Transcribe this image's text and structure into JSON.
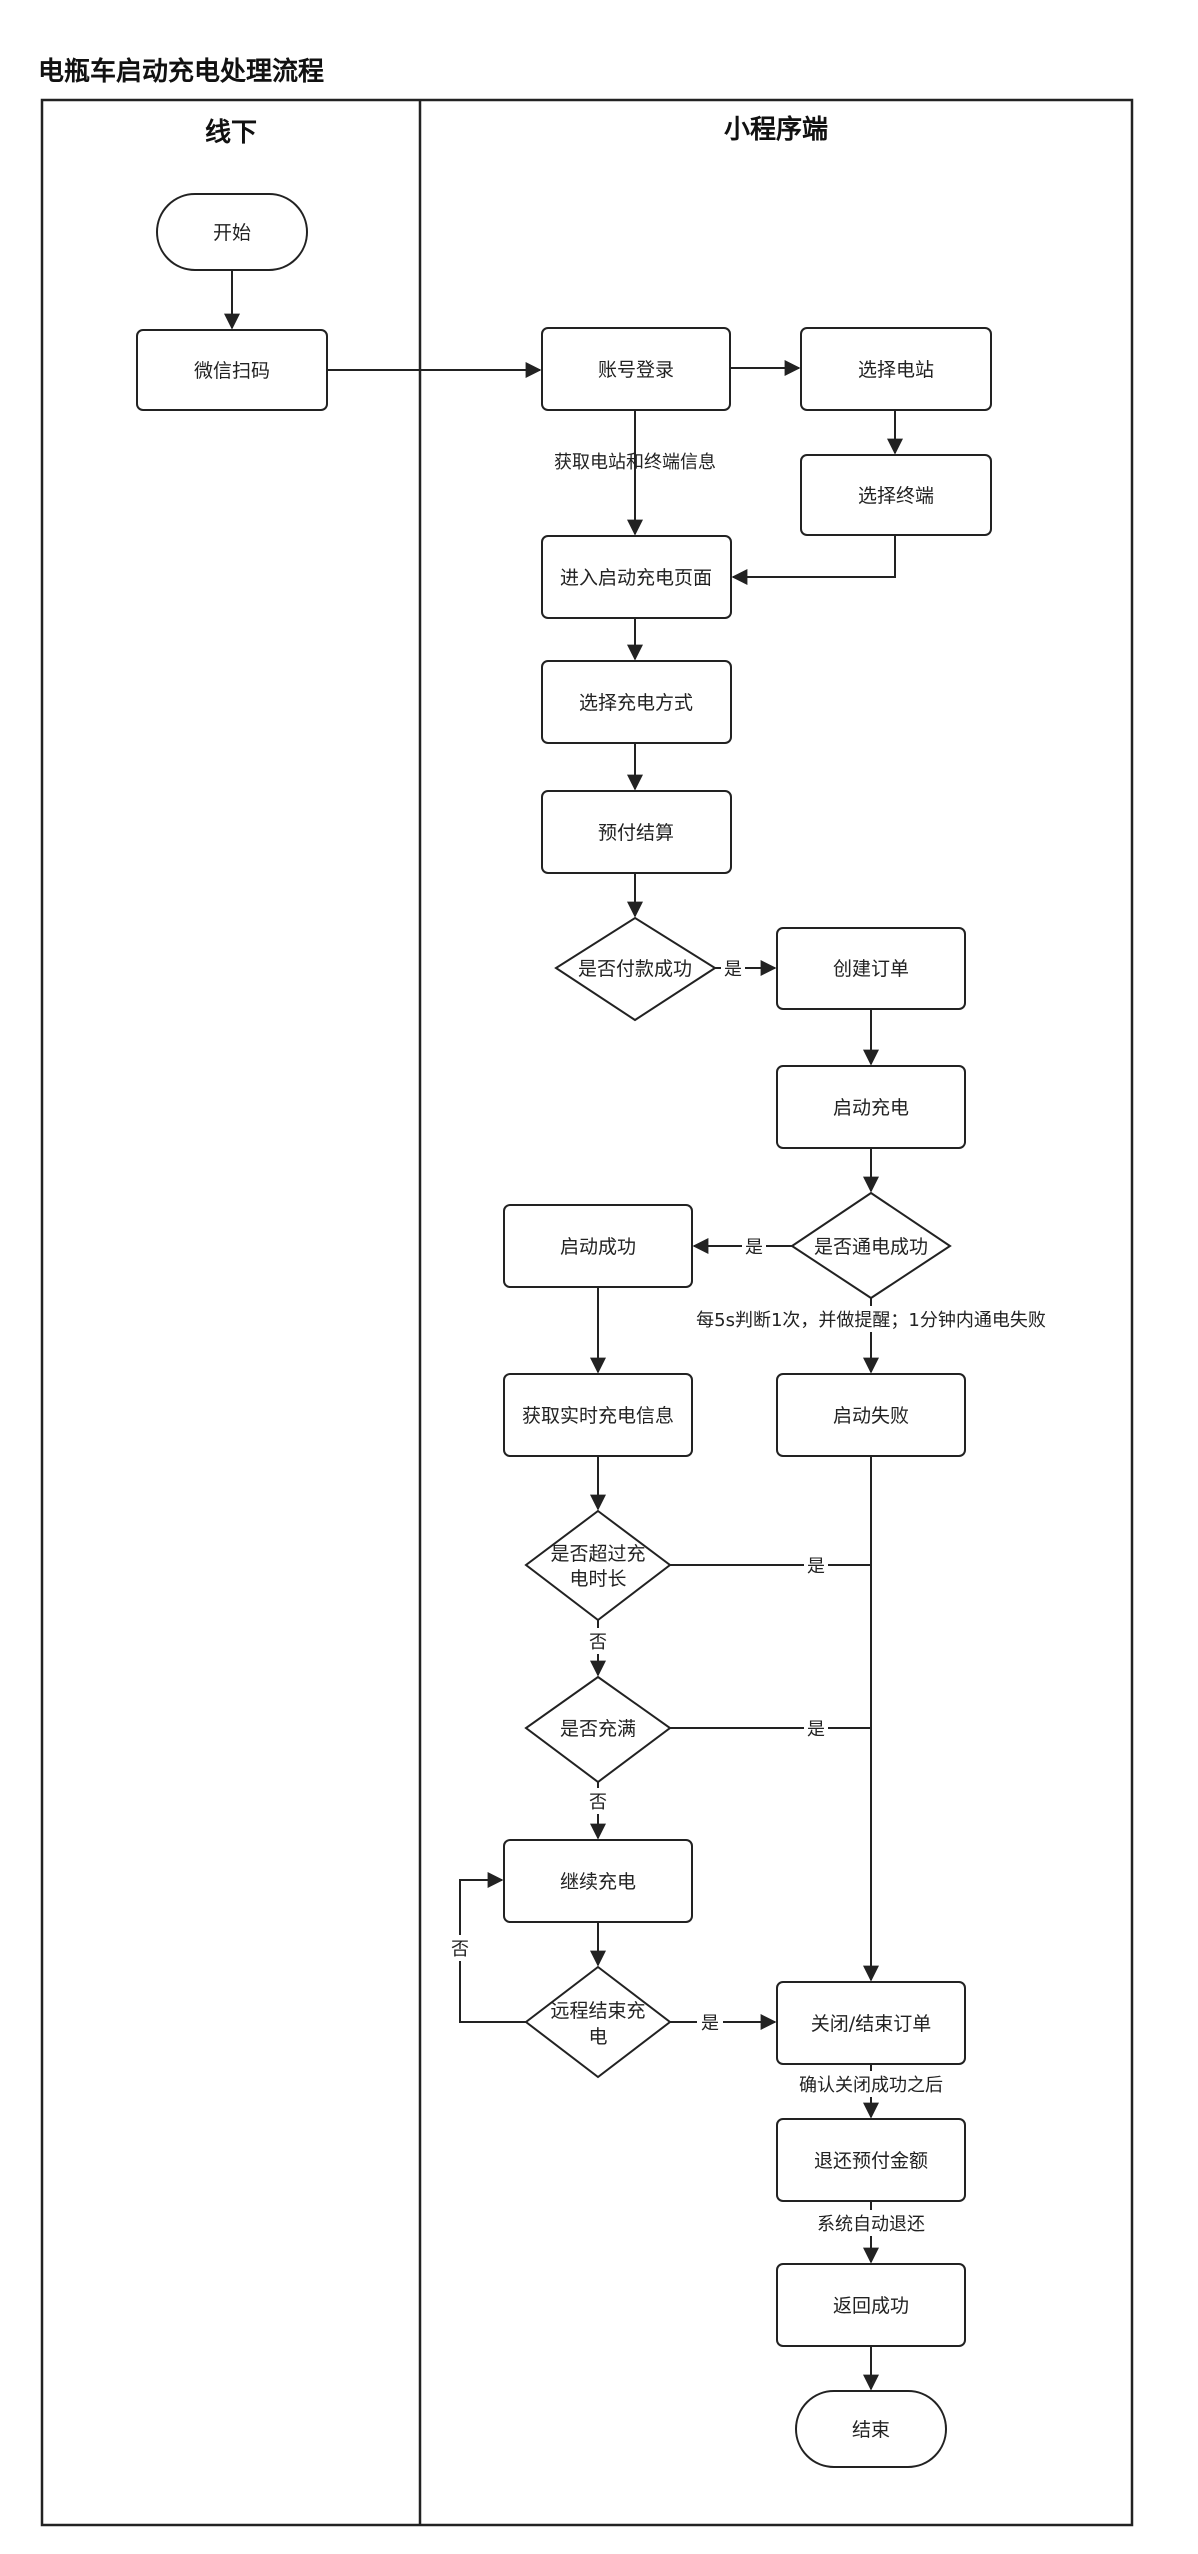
{
  "title": "电瓶车启动充电处理流程",
  "lanes": {
    "offline": "线下",
    "miniprogram": "小程序端"
  },
  "nodes": {
    "start": "开始",
    "wechat_scan": "微信扫码",
    "account_login": "账号登录",
    "select_station": "选择电站",
    "select_terminal": "选择终端",
    "enter_charge_page": "进入启动充电页面",
    "select_charge_mode": "选择充电方式",
    "prepay_settle": "预付结算",
    "is_paid": "是否付款成功",
    "create_order": "创建订单",
    "start_charge": "启动充电",
    "is_powered": "是否通电成功",
    "start_success": "启动成功",
    "get_realtime_info": "获取实时充电信息",
    "start_failed": "启动失败",
    "over_time_line1": "是否超过充",
    "over_time_line2": "电时长",
    "is_full": "是否充满",
    "continue_charge": "继续充电",
    "remote_end_line1": "远程结束充",
    "remote_end_line2": "电",
    "close_order": "关闭/结束订单",
    "refund": "退还预付金额",
    "return_success": "返回成功",
    "end": "结束"
  },
  "edge_labels": {
    "get_station_info": "获取电站和终端信息",
    "paid_yes": "是",
    "powered_yes": "是",
    "check_note": "每5s判断1次，并做提醒；1分钟内通电失败",
    "over_time_yes": "是",
    "over_time_no": "否",
    "full_yes": "是",
    "full_no": "否",
    "remote_no": "否",
    "remote_yes": "是",
    "after_close": "确认关闭成功之后",
    "auto_refund": "系统自动退还"
  }
}
